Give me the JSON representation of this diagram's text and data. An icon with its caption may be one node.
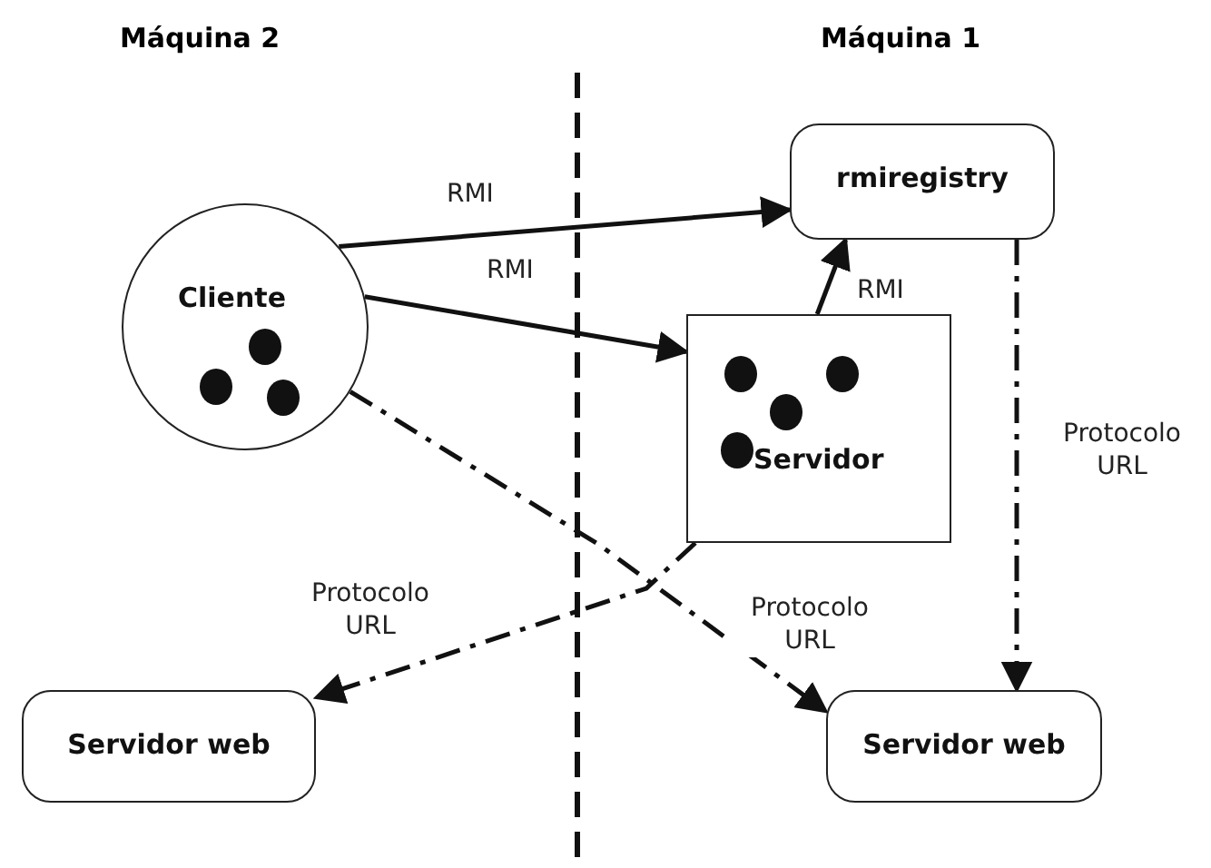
{
  "diagram": {
    "nodes": [
      {
        "text": [
          "Cliente"
        ]
      },
      {
        "text": [
          "rmiregistry"
        ]
      },
      {
        "text": [
          "Servidor"
        ]
      },
      {
        "text": [
          "Servidor web"
        ]
      },
      {
        "text": [
          "Servidor web"
        ]
      }
    ],
    "edges": [
      {
        "from": 0,
        "to": 1,
        "arrow": "to",
        "label": "RMI"
      },
      {
        "from": 0,
        "to": 2,
        "arrow": "to",
        "label": "RMI"
      },
      {
        "from": 2,
        "to": 1,
        "arrow": "to",
        "label": "RMI"
      },
      {
        "from": 1,
        "to": 4,
        "arrow": "to",
        "label": "Protocolo URL",
        "style": "dashed"
      },
      {
        "from": 2,
        "to": 3,
        "arrow": "to",
        "label": "Protocolo URL",
        "style": "dashed"
      },
      {
        "from": 0,
        "to": 4,
        "arrow": "to",
        "label": "Protocolo URL",
        "style": "dashed"
      }
    ],
    "labels": [
      "Máquina 2",
      "Máquina 1"
    ]
  }
}
